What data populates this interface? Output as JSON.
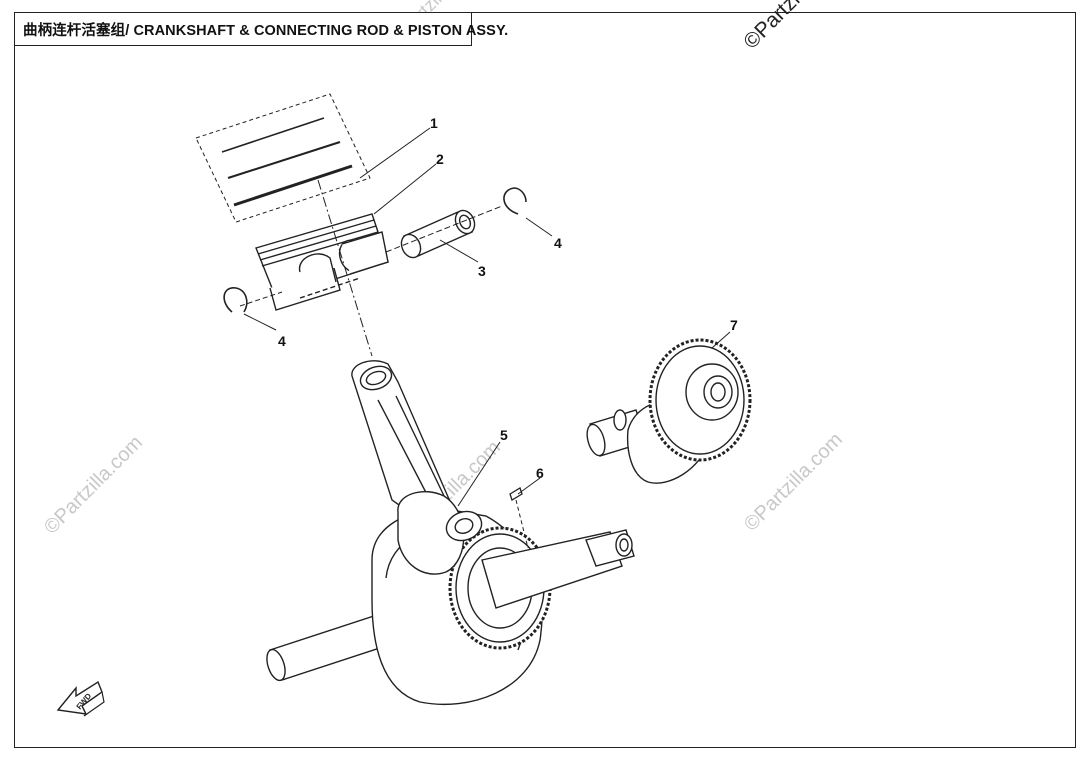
{
  "title": "曲柄连杆活塞组/ CRANKSHAFT & CONNECTING ROD & PISTON ASSY.",
  "watermark": "©Partzilla.com",
  "watermark_corner": "©Partzill",
  "direction_arrow_label": "FWD",
  "callouts": [
    "1",
    "2",
    "3",
    "4",
    "4",
    "5",
    "6",
    "7"
  ],
  "colors": {
    "line": "#222222",
    "watermark": "#c8c8c8",
    "background": "#ffffff"
  },
  "parts": [
    {
      "ref": "1",
      "name": "piston-ring-set"
    },
    {
      "ref": "2",
      "name": "piston"
    },
    {
      "ref": "3",
      "name": "piston-pin"
    },
    {
      "ref": "4",
      "name": "piston-pin-circlip"
    },
    {
      "ref": "5",
      "name": "crankshaft-connecting-rod"
    },
    {
      "ref": "6",
      "name": "woodruff-key"
    },
    {
      "ref": "7",
      "name": "balance-shaft"
    }
  ]
}
